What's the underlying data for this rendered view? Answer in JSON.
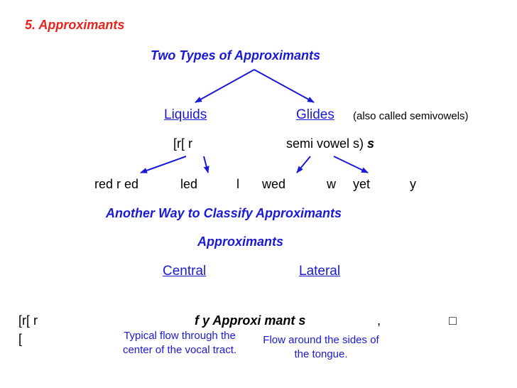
{
  "heading": "5. Approximants",
  "types_title": "Two Types of Approximants",
  "liquids": "Liquids",
  "glides": "Glides",
  "glides_note": "(also called semivowels)",
  "liquids_sub": "[r[ r",
  "glides_sub": "semi vowel s)",
  "glides_sub_bold": "s",
  "examples": [
    {
      "text": "red r ed"
    },
    {
      "text": "led"
    },
    {
      "text": "l"
    },
    {
      "text": "wed"
    },
    {
      "text": "w"
    },
    {
      "text": "yet"
    },
    {
      "text": "y"
    }
  ],
  "another_way": "Another Way to Classify Approximants",
  "approximants": "Approximants",
  "central": "Central",
  "lateral": "Lateral",
  "bottom_left_1": "[r[ r",
  "bottom_left_2": "[",
  "bottom_mid": "f y  Approxi mant s",
  "bottom_comma": ",",
  "bottom_box": "□",
  "central_note": "Typical flow through the center of the vocal tract.",
  "lateral_note": "Flow around the sides of the tongue.",
  "colors": {
    "heading": "#e8231b",
    "blue": "#1a1ad6"
  }
}
